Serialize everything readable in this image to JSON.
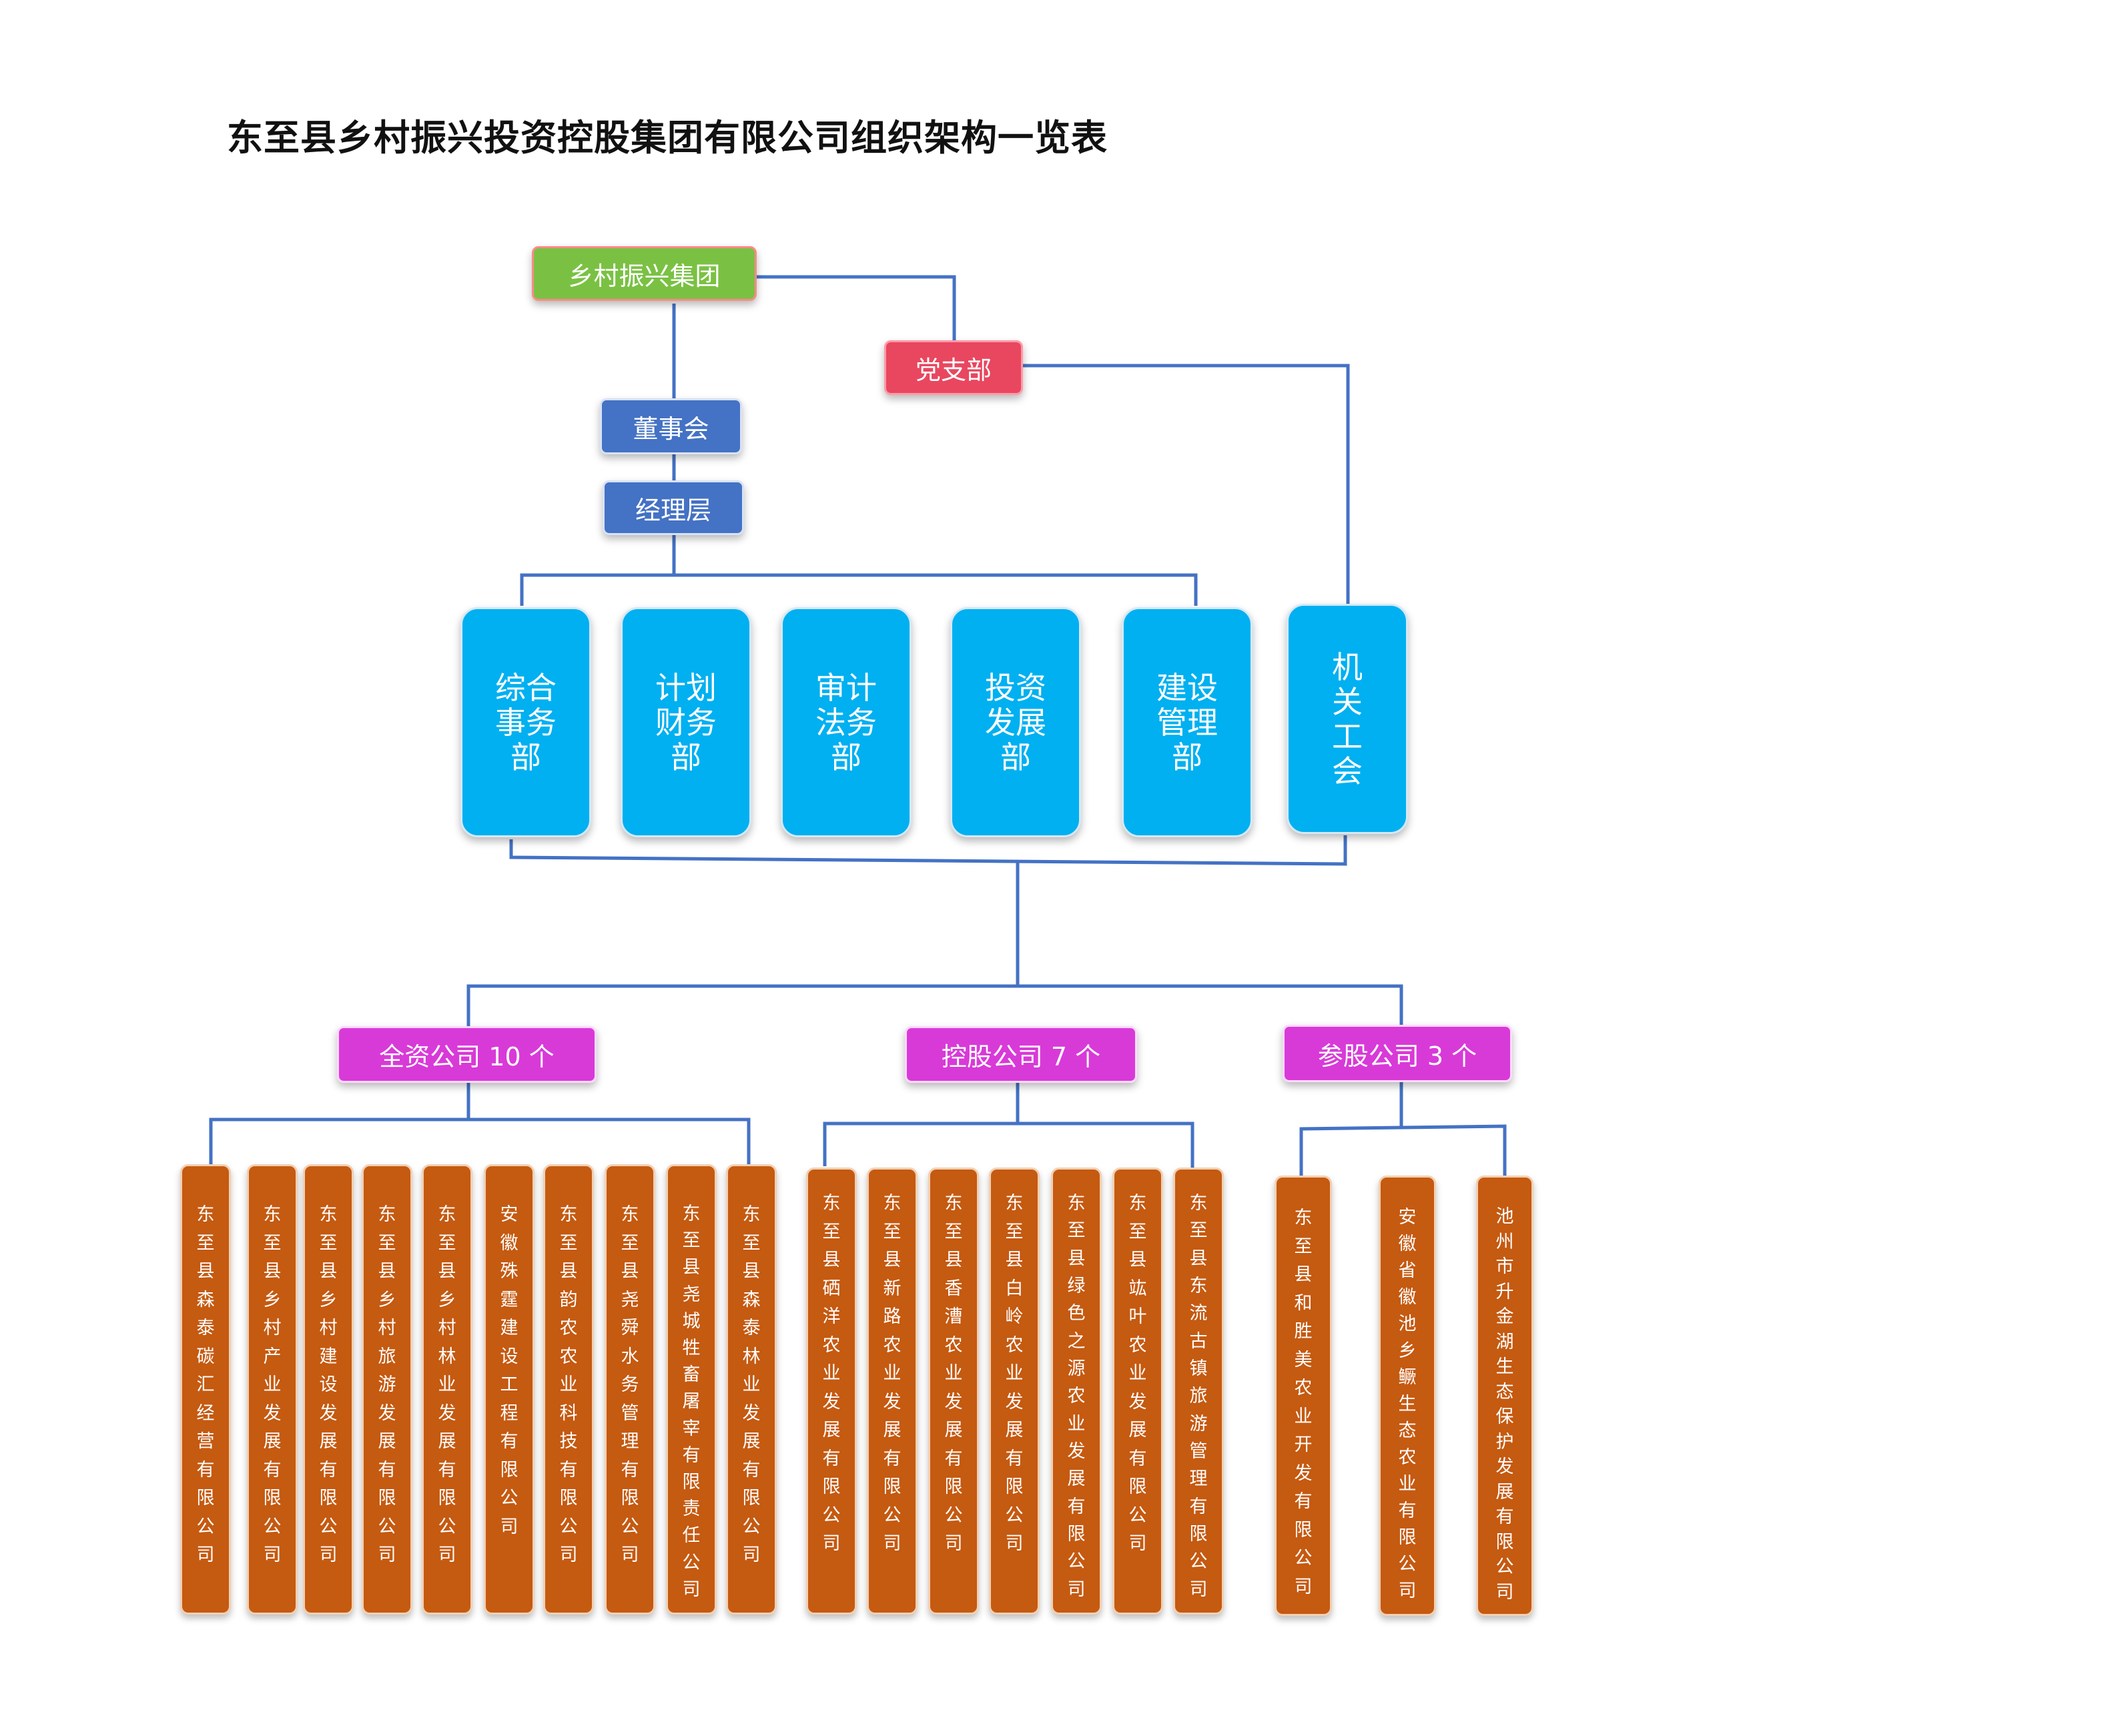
{
  "title": "东至县乡村振兴投资控股集团有限公司组织架构一览表",
  "top": {
    "group": "乡村振兴集团",
    "party": "党支部",
    "board": "董事会",
    "management": "经理层"
  },
  "departments": [
    "综合事务部",
    "计划财务部",
    "审计法务部",
    "投资发展部",
    "建设管理部"
  ],
  "union": "机关工会",
  "categories": {
    "wholly_owned": {
      "label": "全资公司 10 个",
      "companies": [
        "东至县森泰碳汇经营有限公司",
        "东至县乡村产业发展有限公司",
        "东至县乡村建设发展有限公司",
        "东至县乡村旅游发展有限公司",
        "东至县乡村林业发展有限公司",
        "安徽殊霆建设工程有限公司",
        "东至县韵农农业科技有限公司",
        "东至县尧舜水务管理有限公司",
        "东至县尧城牲畜屠宰有限责任公司",
        "东至县森泰林业发展有限公司"
      ]
    },
    "holding": {
      "label": "控股公司 7 个",
      "companies": [
        "东至县硒洋农业发展有限公司",
        "东至县新路农业发展有限公司",
        "东至县香漕农业发展有限公司",
        "东至县白岭农业发展有限公司",
        "东至县绿色之源农业发展有限公司",
        "东至县竑叶农业发展有限公司",
        "东至县东流古镇旅游管理有限公司"
      ]
    },
    "equity": {
      "label": "参股公司 3 个",
      "companies": [
        "东至县和胜美农业开发有限公司",
        "安徽省徽池乡鳜生态农业有限公司",
        "池州市升金湖生态保护发展有限公司"
      ]
    }
  }
}
